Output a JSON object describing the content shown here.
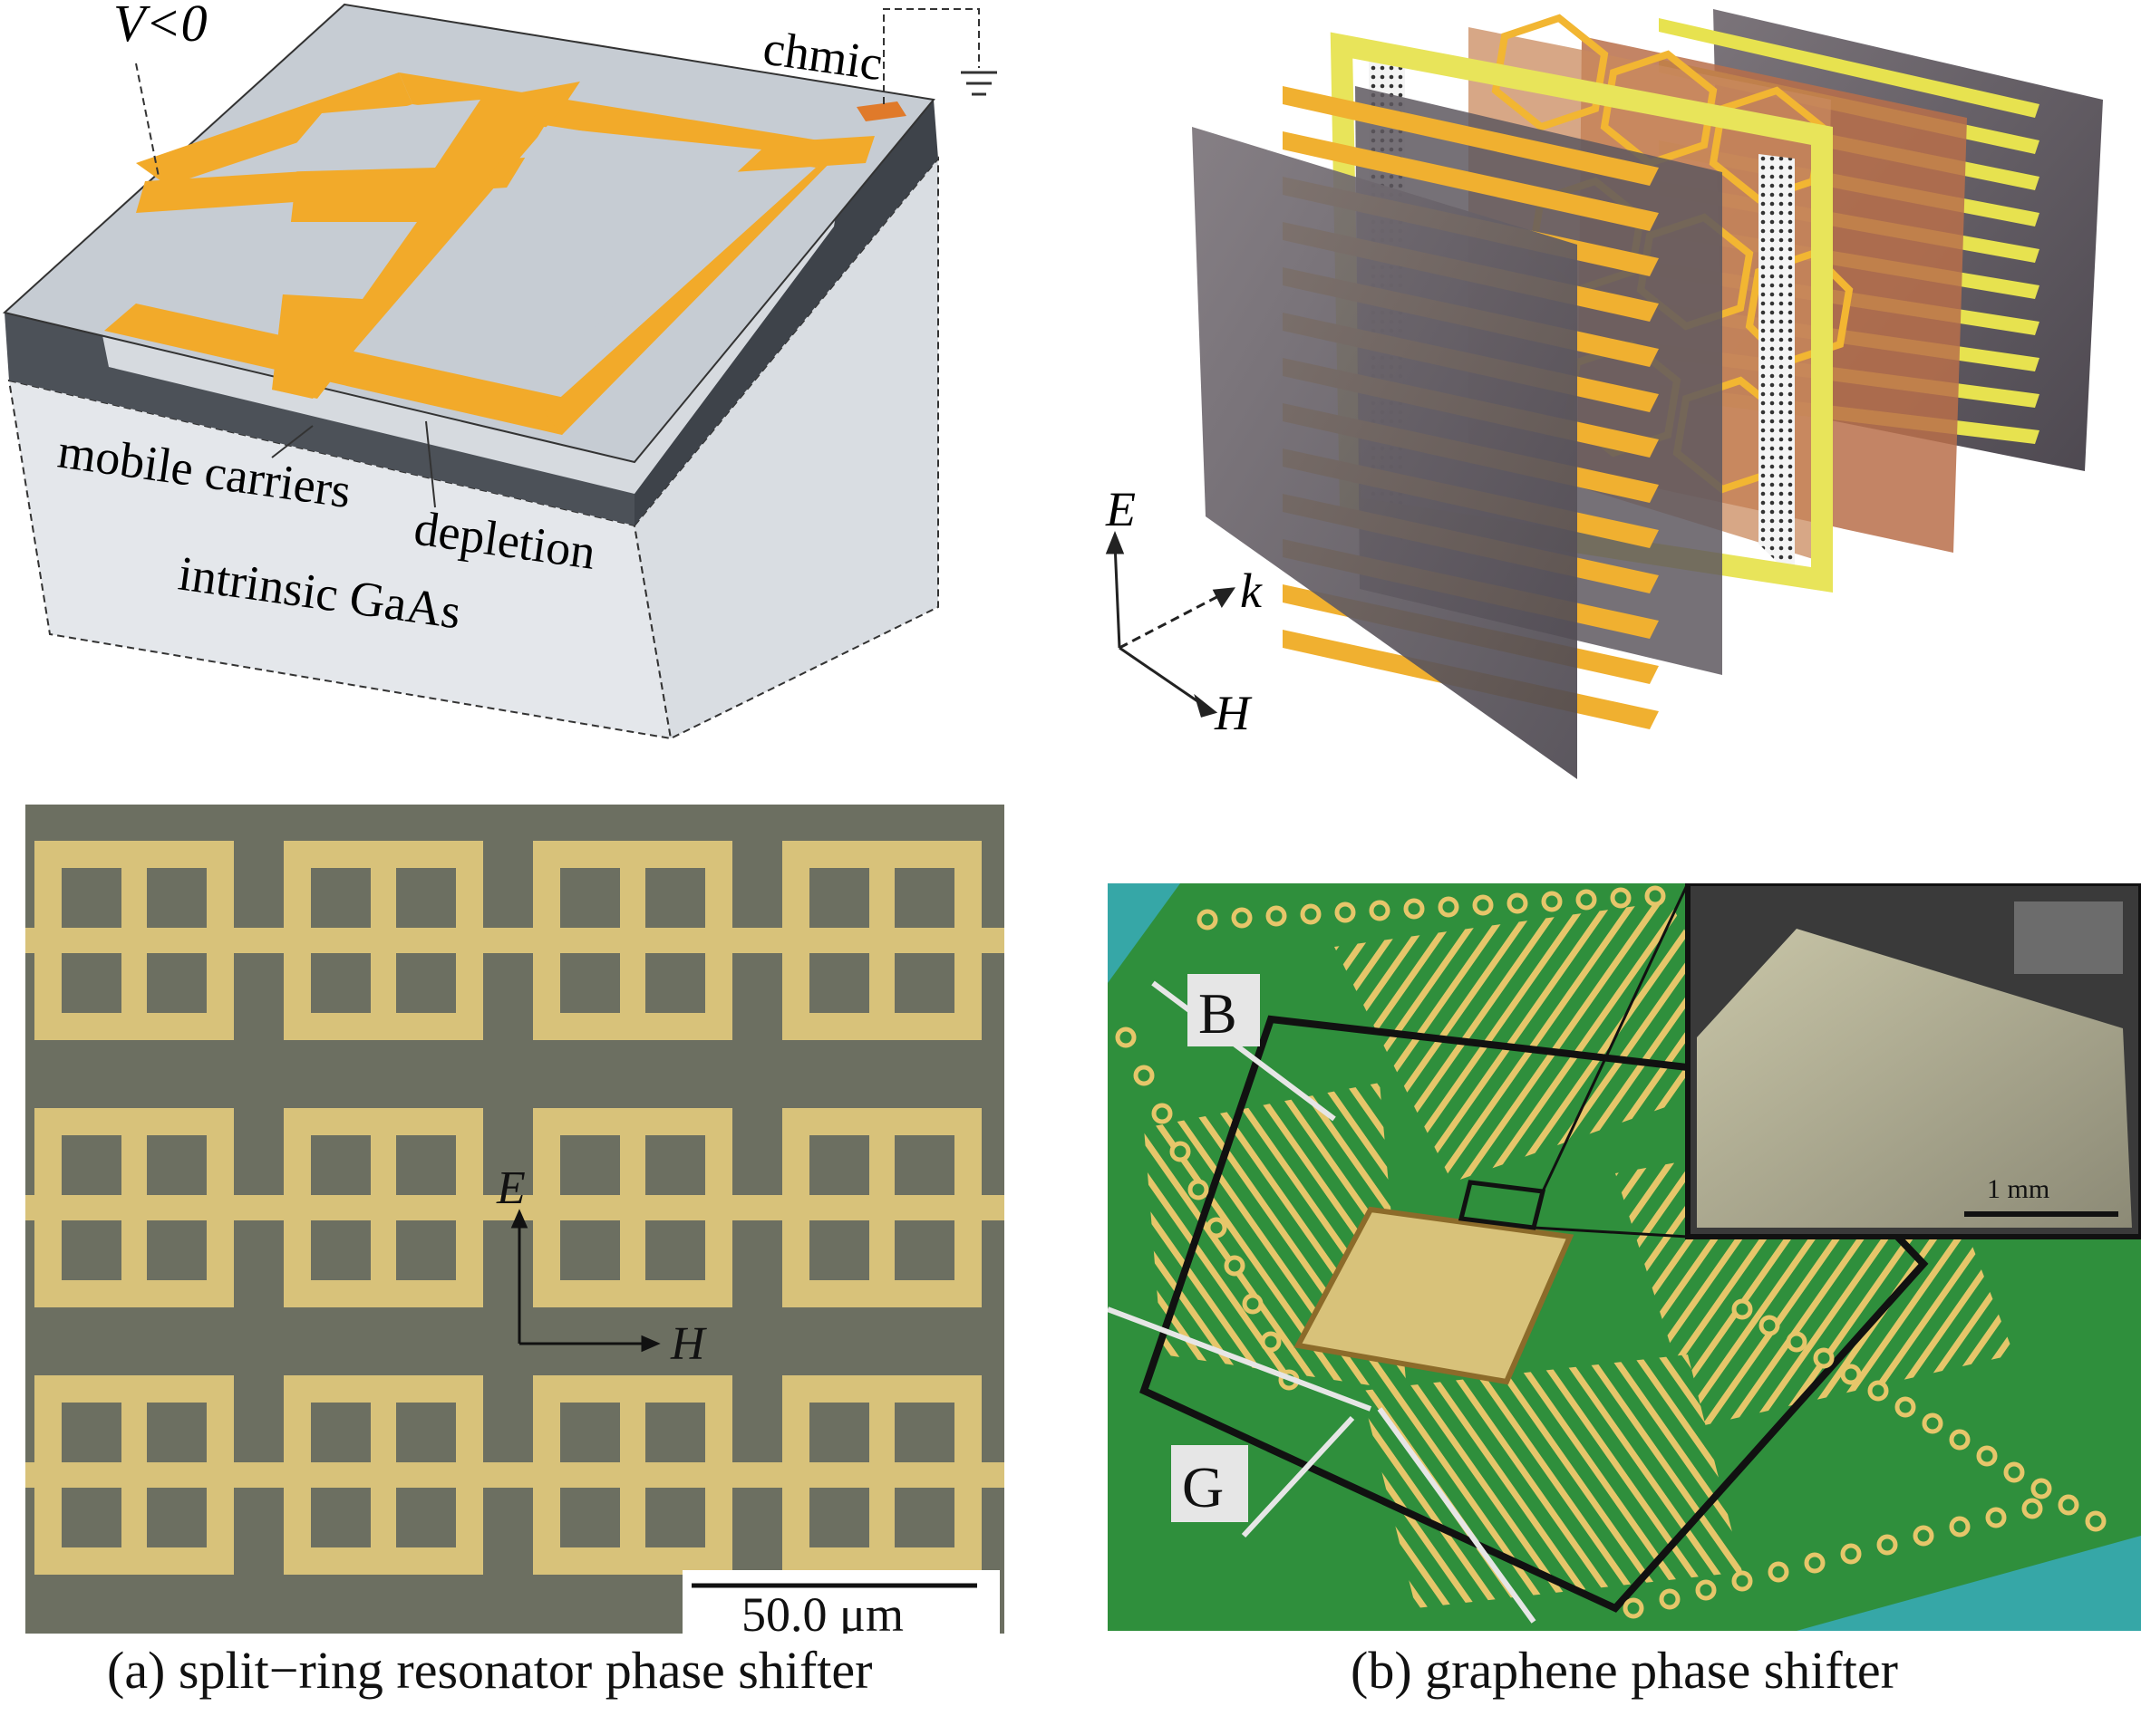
{
  "panel_a_schematic": {
    "voltage_label": "V<0",
    "ohmic_label": "chmic",
    "mobile_label": "mobile carriers",
    "depletion_label": "depletion",
    "substrate_label": "intrinsic GaAs"
  },
  "panel_b_schematic": {
    "axis_e": "E",
    "axis_k": "k",
    "axis_h": "H"
  },
  "panel_a_photo": {
    "axis_e": "E",
    "axis_h": "H",
    "scale_label": "50.0 μm"
  },
  "panel_b_photo": {
    "pad_b": "B",
    "pad_g": "G",
    "inset_scale": "1 mm"
  },
  "captions": {
    "a": "(a) split−ring resonator phase shifter",
    "b": "(b) graphene phase shifter"
  },
  "colors": {
    "gold": "#f2aa2a",
    "top_gray": "#c8cdd4",
    "dark_layer": "#4c5158",
    "substrate": "#e2e5e9",
    "micro_bg": "#6c6f61",
    "micro_gold": "#d8c27a",
    "pcb_green": "#2f8f3c",
    "pcb_bg": "#36a7a7"
  }
}
